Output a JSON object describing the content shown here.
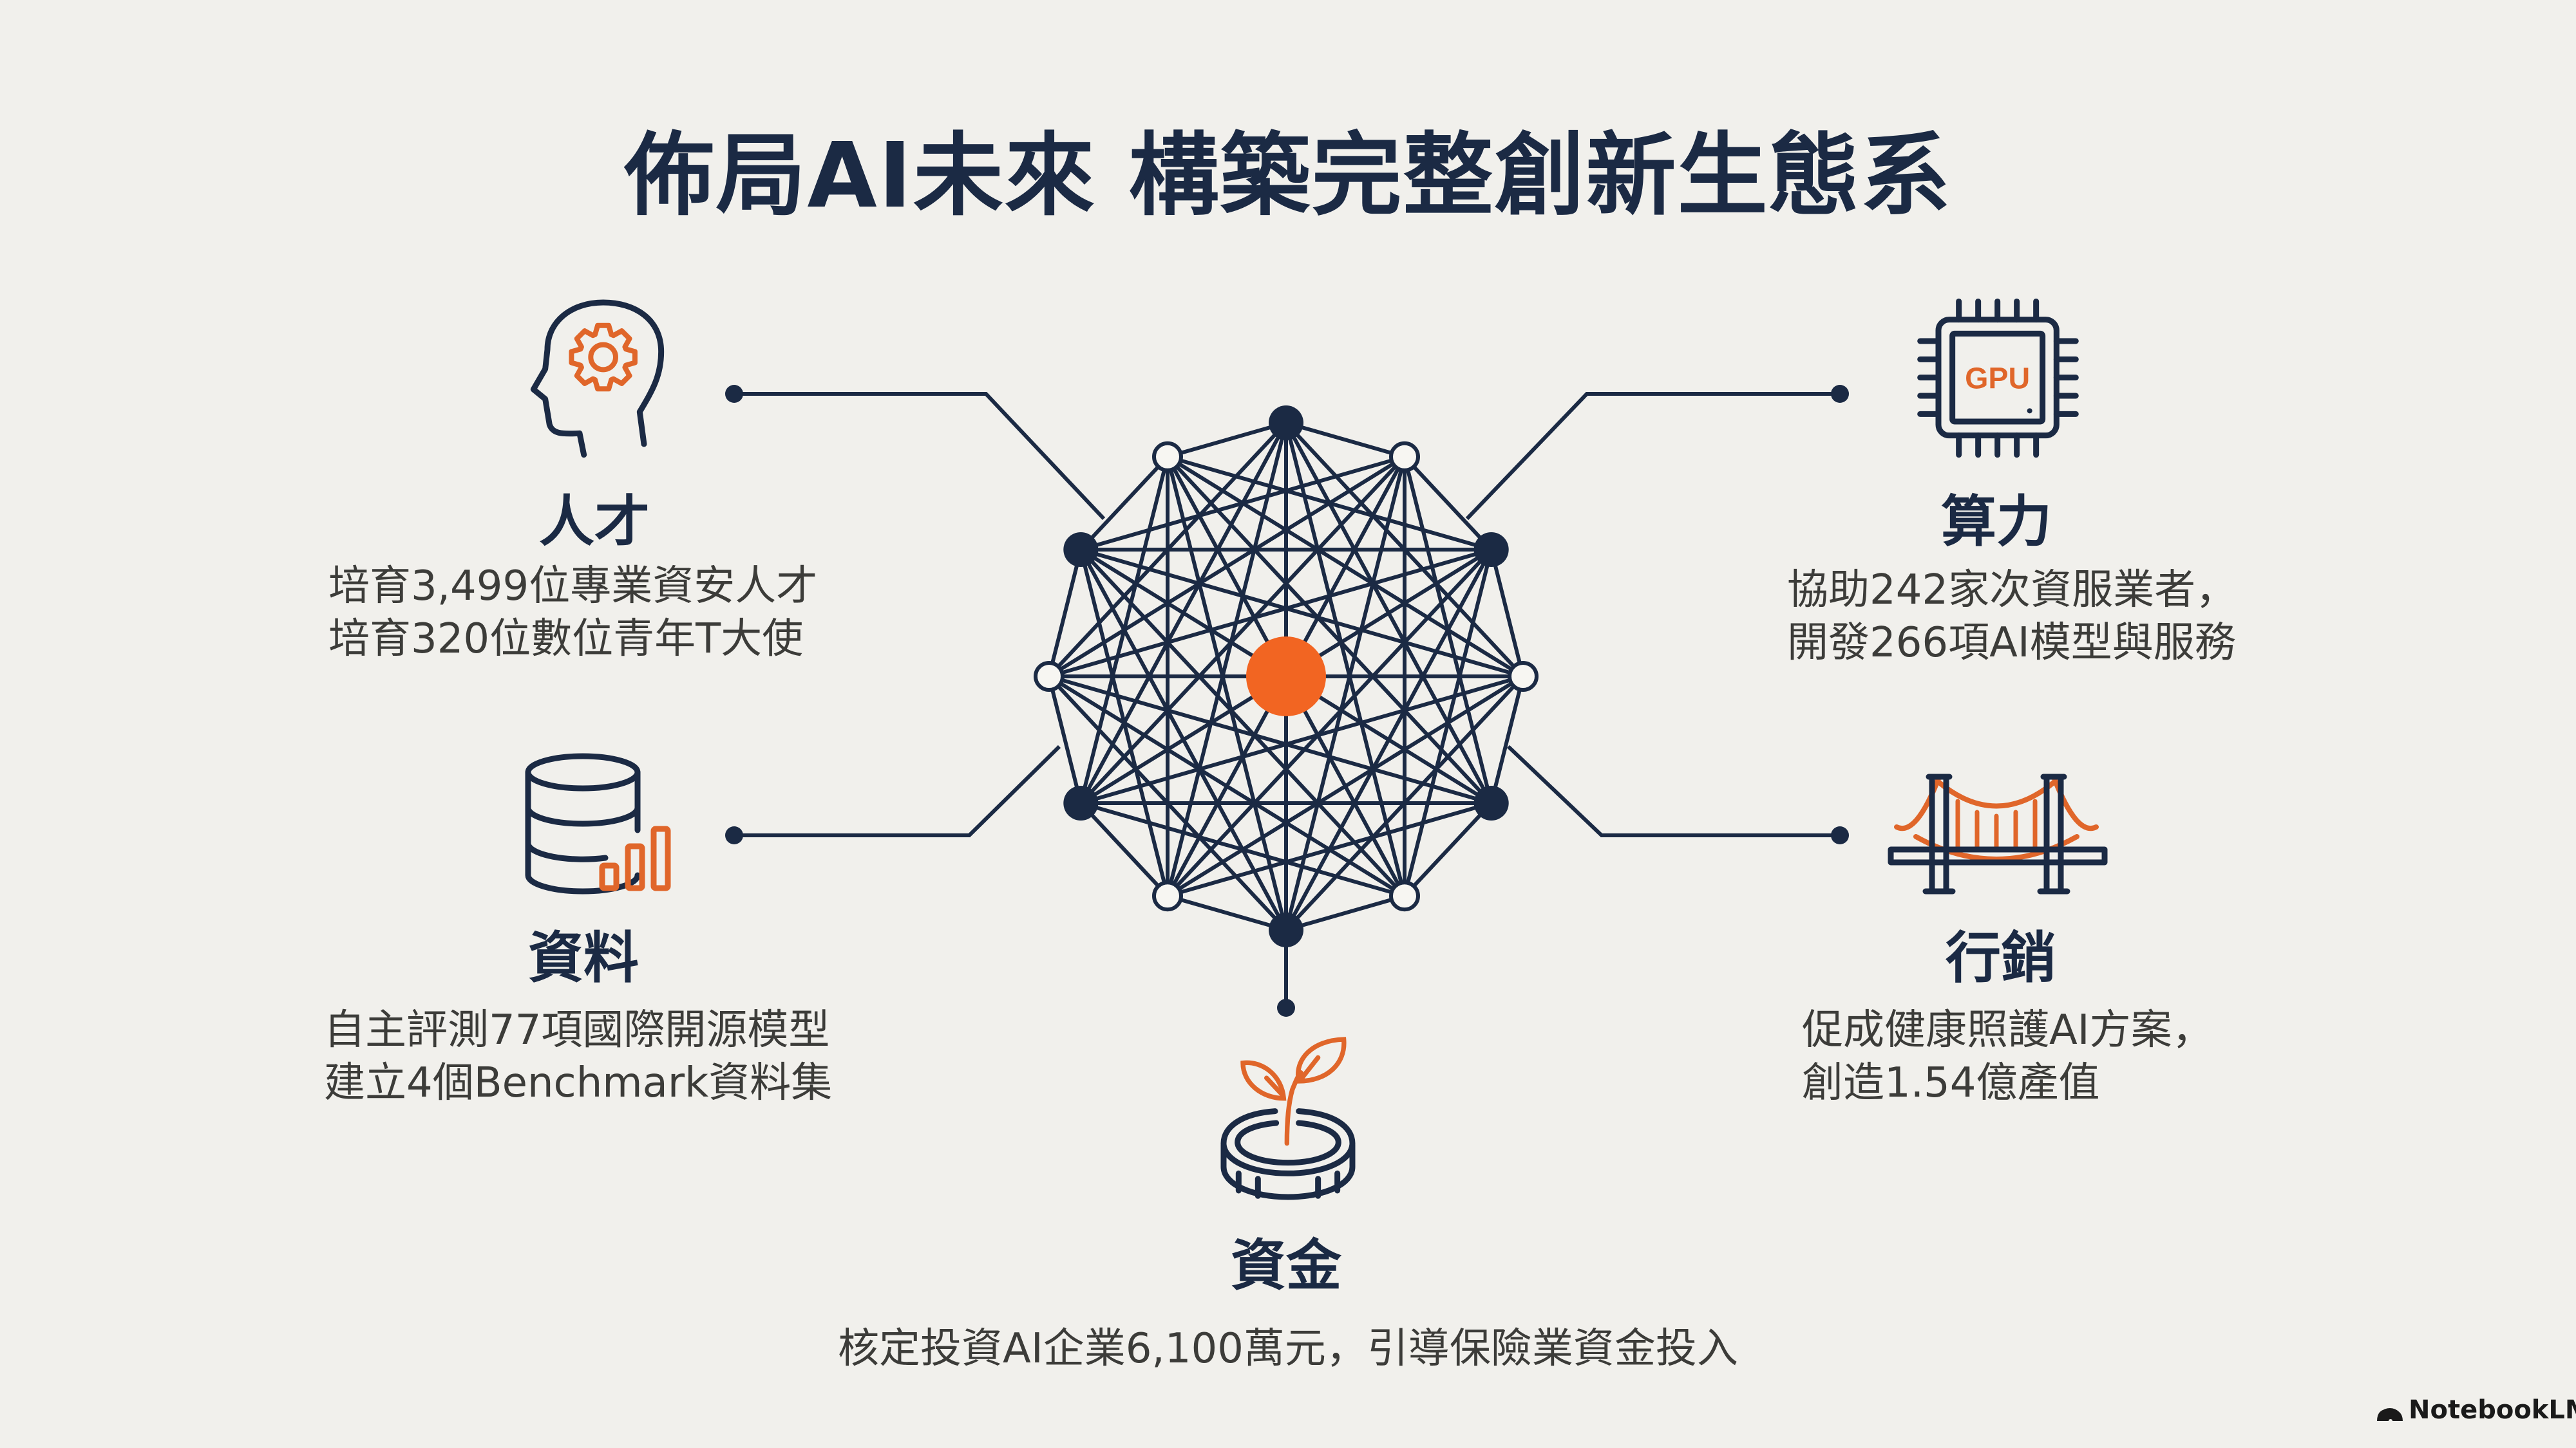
{
  "title": "佈局AI未來 構築完整創新生態系",
  "colors": {
    "navy": "#1b2a44",
    "orange": "#f26522",
    "text": "#3c3c39",
    "background": "#f1f0ec"
  },
  "network": {
    "node_count": 12
  },
  "pillars": {
    "talent": {
      "heading": "人才",
      "icon": "head-gear-icon",
      "lines": [
        "培育3,499位專業資安人才",
        "培育320位數位青年T大使"
      ]
    },
    "compute": {
      "heading": "算力",
      "icon": "gpu-chip-icon",
      "chip_label": "GPU",
      "lines": [
        "協助242家次資服業者，",
        "開發266項AI模型與服務"
      ]
    },
    "data": {
      "heading": "資料",
      "icon": "database-chart-icon",
      "lines": [
        "自主評測77項國際開源模型",
        "建立4個Benchmark資料集"
      ]
    },
    "marketing": {
      "heading": "行銷",
      "icon": "bridge-icon",
      "lines": [
        "促成健康照護AI方案，",
        "創造1.54億產值"
      ]
    },
    "funding": {
      "heading": "資金",
      "icon": "coin-sprout-icon",
      "lines": [
        "核定投資AI企業6,100萬元，引導保險業資金投入"
      ]
    }
  },
  "brand": {
    "name": "NotebookLM",
    "icon": "notebooklm-logo-icon"
  }
}
